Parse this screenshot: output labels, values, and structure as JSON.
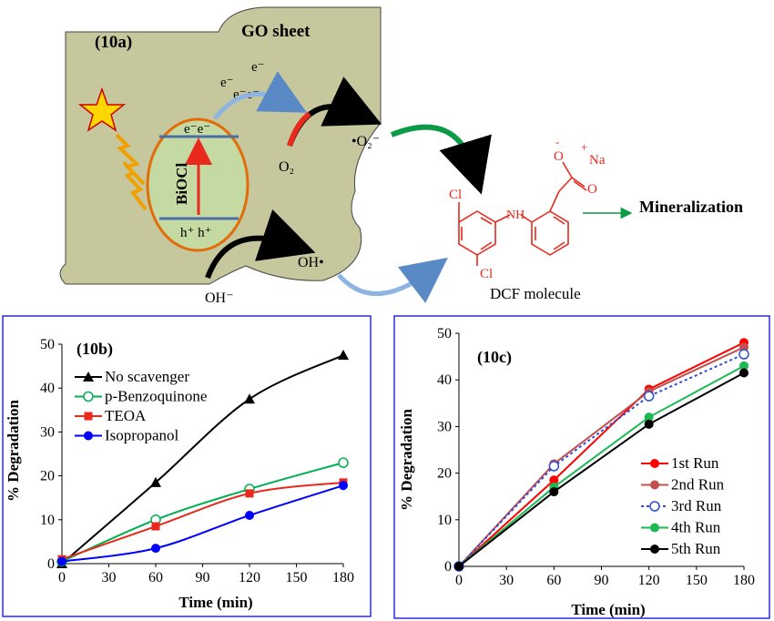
{
  "scheme": {
    "panel_label": "(10a)",
    "sheet_label": "GO sheet",
    "catalyst_label": "BiOCl",
    "cb_electrons": "e⁻e⁻",
    "vb_holes": "h⁺ h⁺",
    "electron_top_1": "e⁻",
    "electron_top_2": "e⁻",
    "electron_pair": "e⁻e⁻",
    "oxygen": "O₂",
    "superoxide": "•O₂⁻",
    "hydroxide": "OH⁻",
    "hydroxyl_radical": "OH•",
    "molecule_label": "DCF molecule",
    "mineralization": "Mineralization",
    "atom_cl_top": "Cl",
    "atom_cl_bottom": "Cl",
    "atom_nh": "NH",
    "atom_o_minus": "O",
    "o_minus_charge": "-",
    "atom_o": "O",
    "atom_na": "Na",
    "na_charge": "+",
    "colors": {
      "sheet": "#c6c79d",
      "catalyst_fill": "#c5d9a2",
      "catalyst_border": "#e36c09",
      "molecule": "#e8291c",
      "green_arrow": "#0b9a45",
      "blue_arrow": "#8db4e2",
      "star": "#ffd700"
    }
  },
  "chart_data": [
    {
      "type": "line",
      "panel_label": "(10b)",
      "xlabel": "Time (min)",
      "ylabel": "% Degradation",
      "x": [
        0,
        60,
        120,
        180
      ],
      "xticks": [
        0,
        30,
        60,
        90,
        120,
        150,
        180
      ],
      "yticks": [
        0,
        10,
        20,
        30,
        40,
        50
      ],
      "xlim": [
        0,
        180
      ],
      "ylim": [
        0,
        50
      ],
      "legend_position": "top-left",
      "series": [
        {
          "name": "No scavenger",
          "values": [
            0,
            18.5,
            37.5,
            47.5
          ],
          "color": "#000000",
          "marker": "triangle"
        },
        {
          "name": "p-Benzoquinone",
          "values": [
            0.5,
            10,
            17,
            23
          ],
          "color": "#00b050",
          "marker": "open-circle"
        },
        {
          "name": "TEOA",
          "values": [
            1,
            8.5,
            16,
            18.5
          ],
          "color": "#e8291c",
          "marker": "square"
        },
        {
          "name": "Isopropanol",
          "values": [
            0.5,
            3.5,
            11,
            17.8
          ],
          "color": "#0000ff",
          "marker": "circle"
        }
      ]
    },
    {
      "type": "line",
      "panel_label": "(10c)",
      "xlabel": "Time (min)",
      "ylabel": "% Degradation",
      "x": [
        0,
        60,
        120,
        180
      ],
      "xticks": [
        0,
        30,
        60,
        90,
        120,
        150,
        180
      ],
      "yticks": [
        0,
        10,
        20,
        30,
        40,
        50
      ],
      "xlim": [
        0,
        180
      ],
      "ylim": [
        0,
        50
      ],
      "legend_position": "bottom-right",
      "series": [
        {
          "name": "1st Run",
          "values": [
            0,
            18.5,
            38,
            48
          ],
          "color": "#ff0000",
          "marker": "circle"
        },
        {
          "name": "2nd Run",
          "values": [
            0,
            22,
            37.5,
            47
          ],
          "color": "#c0504d",
          "marker": "circle"
        },
        {
          "name": "3rd Run",
          "values": [
            0,
            21.5,
            36.5,
            45.5
          ],
          "color": "#2f4bd8",
          "marker": "open-circle",
          "dash": true
        },
        {
          "name": "4th Run",
          "values": [
            0,
            17,
            32,
            43
          ],
          "color": "#1db954",
          "marker": "circle"
        },
        {
          "name": "5th Run",
          "values": [
            0,
            16,
            30.5,
            41.5
          ],
          "color": "#000000",
          "marker": "circle"
        }
      ]
    }
  ]
}
